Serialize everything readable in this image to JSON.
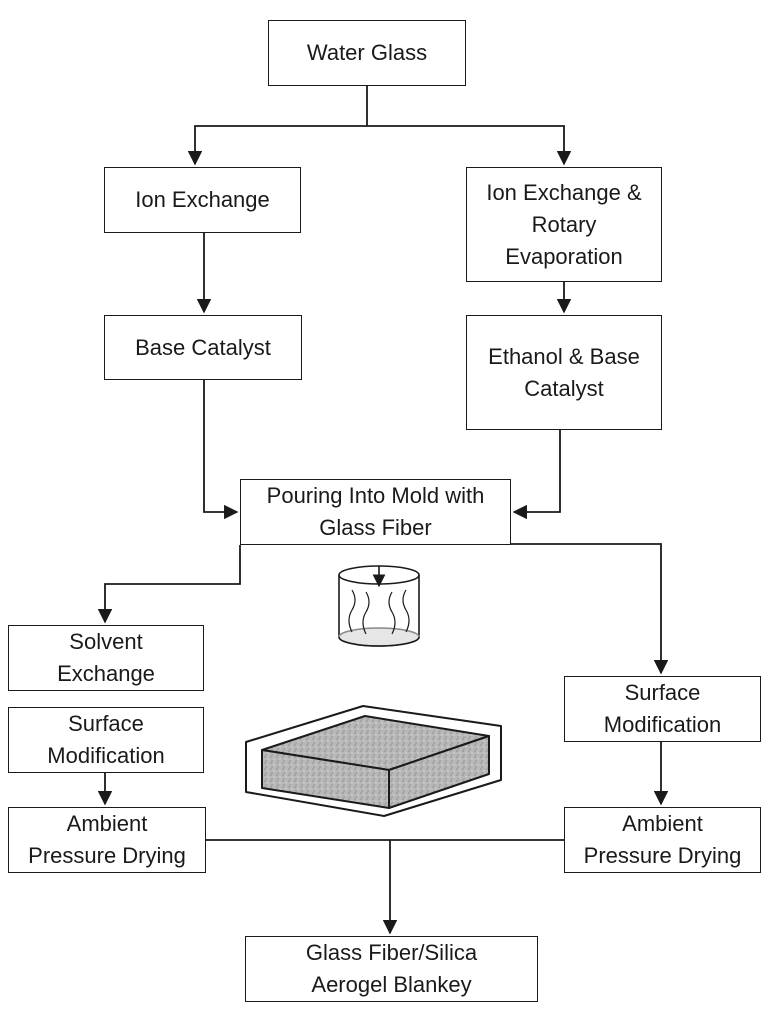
{
  "diagram": {
    "nodes": {
      "water_glass": "Water Glass",
      "ion_exchange": "Ion Exchange",
      "ion_exchange_rotary": "Ion Exchange &\nRotary\nEvaporation",
      "base_catalyst": "Base Catalyst",
      "ethanol_base_catalyst": "Ethanol & Base\nCatalyst",
      "pouring_mold": "Pouring Into Mold with\nGlass Fiber",
      "solvent_exchange": "Solvent\nExchange",
      "surface_mod_left": "Surface\nModification",
      "surface_mod_right": "Surface\nModification",
      "apd_left": "Ambient\nPressure Drying",
      "apd_right": "Ambient\nPressure Drying",
      "final_product": "Glass Fiber/Silica\nAerogel Blankey"
    },
    "edges": [
      {
        "from": "water_glass",
        "to": "ion_exchange"
      },
      {
        "from": "water_glass",
        "to": "ion_exchange_rotary"
      },
      {
        "from": "ion_exchange",
        "to": "base_catalyst"
      },
      {
        "from": "ion_exchange_rotary",
        "to": "ethanol_base_catalyst"
      },
      {
        "from": "base_catalyst",
        "to": "pouring_mold"
      },
      {
        "from": "ethanol_base_catalyst",
        "to": "pouring_mold"
      },
      {
        "from": "pouring_mold",
        "to": "solvent_exchange"
      },
      {
        "from": "pouring_mold",
        "to": "surface_mod_right"
      },
      {
        "from": "surface_mod_left",
        "to": "apd_left"
      },
      {
        "from": "surface_mod_right",
        "to": "apd_right"
      },
      {
        "from": "apd_left",
        "to": "final_product"
      },
      {
        "from": "apd_right",
        "to": "final_product"
      }
    ],
    "illustrations": [
      "mold-with-fibers-icon",
      "aerogel-blanket-icon"
    ],
    "colors": {
      "line": "#1a1a1a",
      "box_fill": "#ffffff",
      "blanket_fill": "#b8b8b8"
    }
  }
}
